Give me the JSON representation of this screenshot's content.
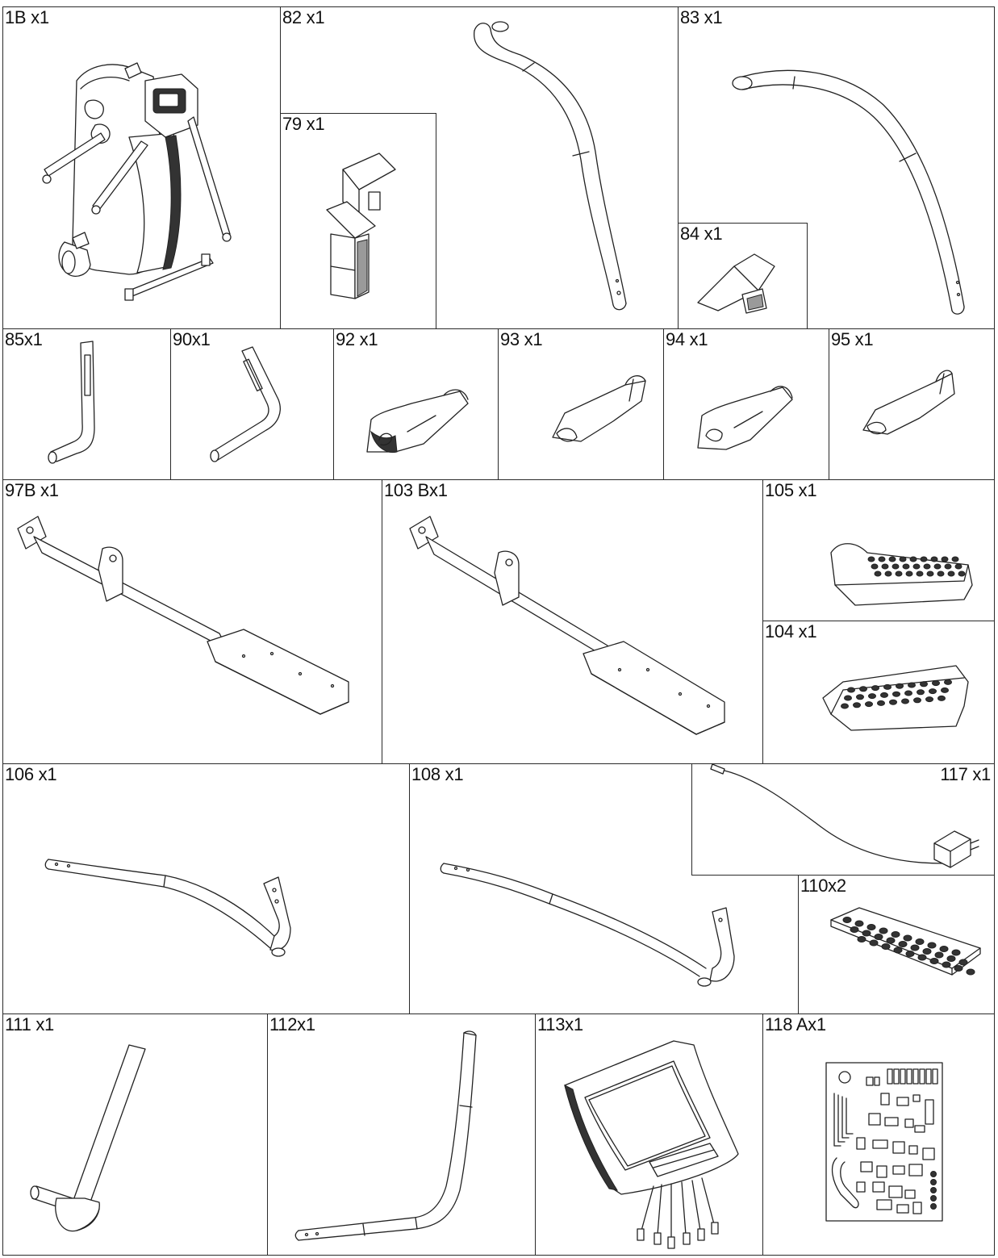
{
  "parts": [
    {
      "id": "p1b",
      "label": "1B x1"
    },
    {
      "id": "p82",
      "label": "82 x1"
    },
    {
      "id": "p79",
      "label": "79 x1"
    },
    {
      "id": "p83",
      "label": "83 x1"
    },
    {
      "id": "p84",
      "label": "84 x1"
    },
    {
      "id": "p85",
      "label": "85x1"
    },
    {
      "id": "p90",
      "label": "90x1"
    },
    {
      "id": "p92",
      "label": "92 x1"
    },
    {
      "id": "p93",
      "label": "93 x1"
    },
    {
      "id": "p94",
      "label": "94 x1"
    },
    {
      "id": "p95",
      "label": "95 x1"
    },
    {
      "id": "p97b",
      "label": "97B x1"
    },
    {
      "id": "p103b",
      "label": "103 Bx1"
    },
    {
      "id": "p105",
      "label": "105 x1"
    },
    {
      "id": "p104",
      "label": "104 x1"
    },
    {
      "id": "p106",
      "label": "106 x1"
    },
    {
      "id": "p108",
      "label": "108 x1"
    },
    {
      "id": "p117",
      "label": "117 x1"
    },
    {
      "id": "p110",
      "label": "110x2"
    },
    {
      "id": "p111",
      "label": "111 x1"
    },
    {
      "id": "p112",
      "label": "112x1"
    },
    {
      "id": "p113",
      "label": "113x1"
    },
    {
      "id": "p118a",
      "label": "118 Ax1"
    }
  ]
}
